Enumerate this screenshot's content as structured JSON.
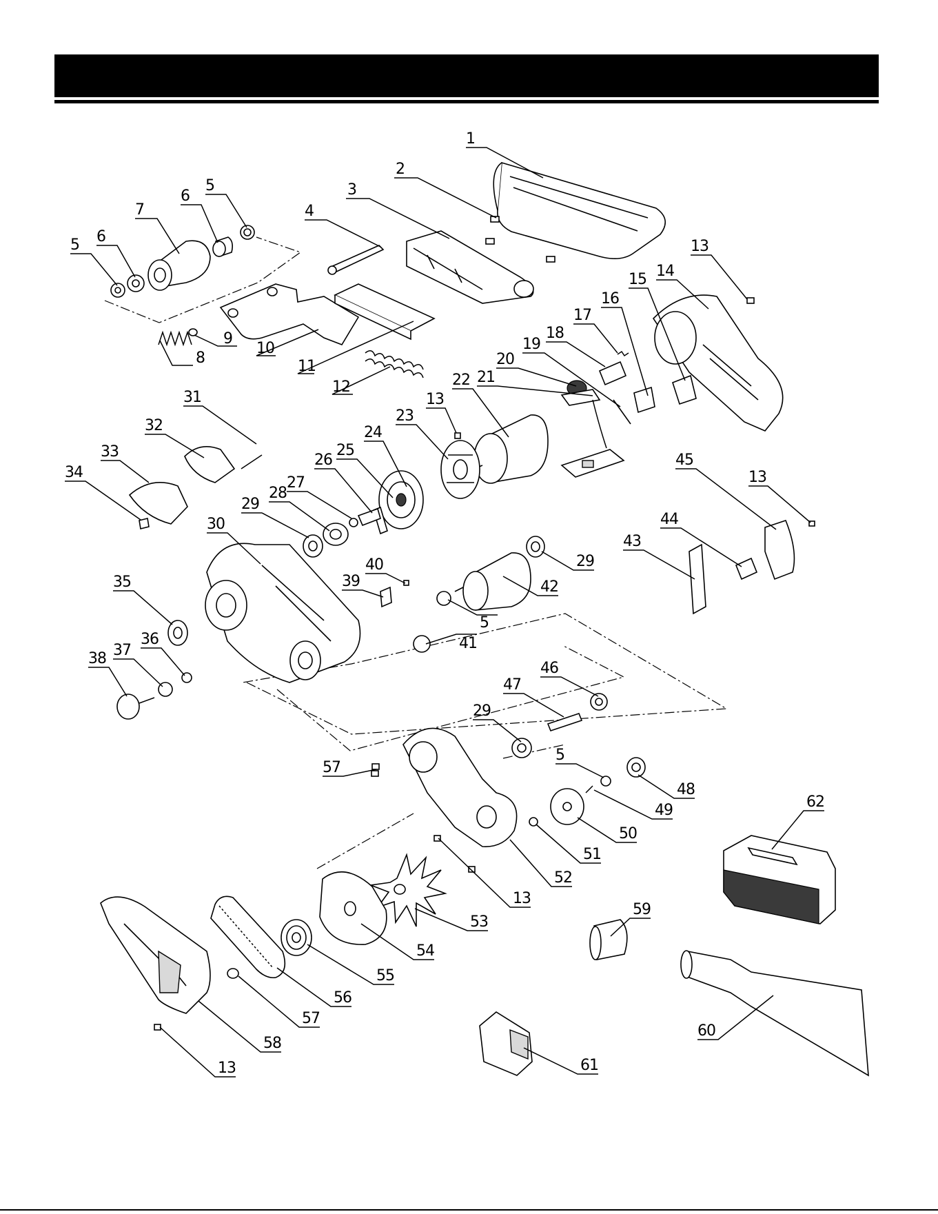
{
  "parts": {
    "p1": "1",
    "p2": "2",
    "p3": "3",
    "p4": "4",
    "p5a": "5",
    "p5b": "5",
    "p6a": "6",
    "p6b": "6",
    "p7": "7",
    "p8": "8",
    "p9": "9",
    "p10": "10",
    "p11": "11",
    "p12": "12",
    "p13a": "13",
    "p13b": "13",
    "p13c": "13",
    "p13d": "13",
    "p13e": "13",
    "p14": "14",
    "p15": "15",
    "p16": "16",
    "p17": "17",
    "p18": "18",
    "p19": "19",
    "p20": "20",
    "p21": "21",
    "p22": "22",
    "p23": "23",
    "p24": "24",
    "p25": "25",
    "p26": "26",
    "p27": "27",
    "p28": "28",
    "p29a": "29",
    "p29b": "29",
    "p29c": "29",
    "p30": "30",
    "p31": "31",
    "p32": "32",
    "p33": "33",
    "p34": "34",
    "p35": "35",
    "p36": "36",
    "p37": "37",
    "p38": "38",
    "p39": "39",
    "p40": "40",
    "p41": "41",
    "p42": "42",
    "p43": "43",
    "p44": "44",
    "p45": "45",
    "p46": "46",
    "p47": "47",
    "p48": "48",
    "p49": "49",
    "p50": "50",
    "p51": "51",
    "p52": "52",
    "p53": "53",
    "p54": "54",
    "p55": "55",
    "p56": "56",
    "p57a": "57",
    "p57b": "57",
    "p58": "58",
    "p59": "59",
    "p60": "60",
    "p61": "61",
    "p62": "62",
    "p5c": "5",
    "p5d": "5"
  }
}
